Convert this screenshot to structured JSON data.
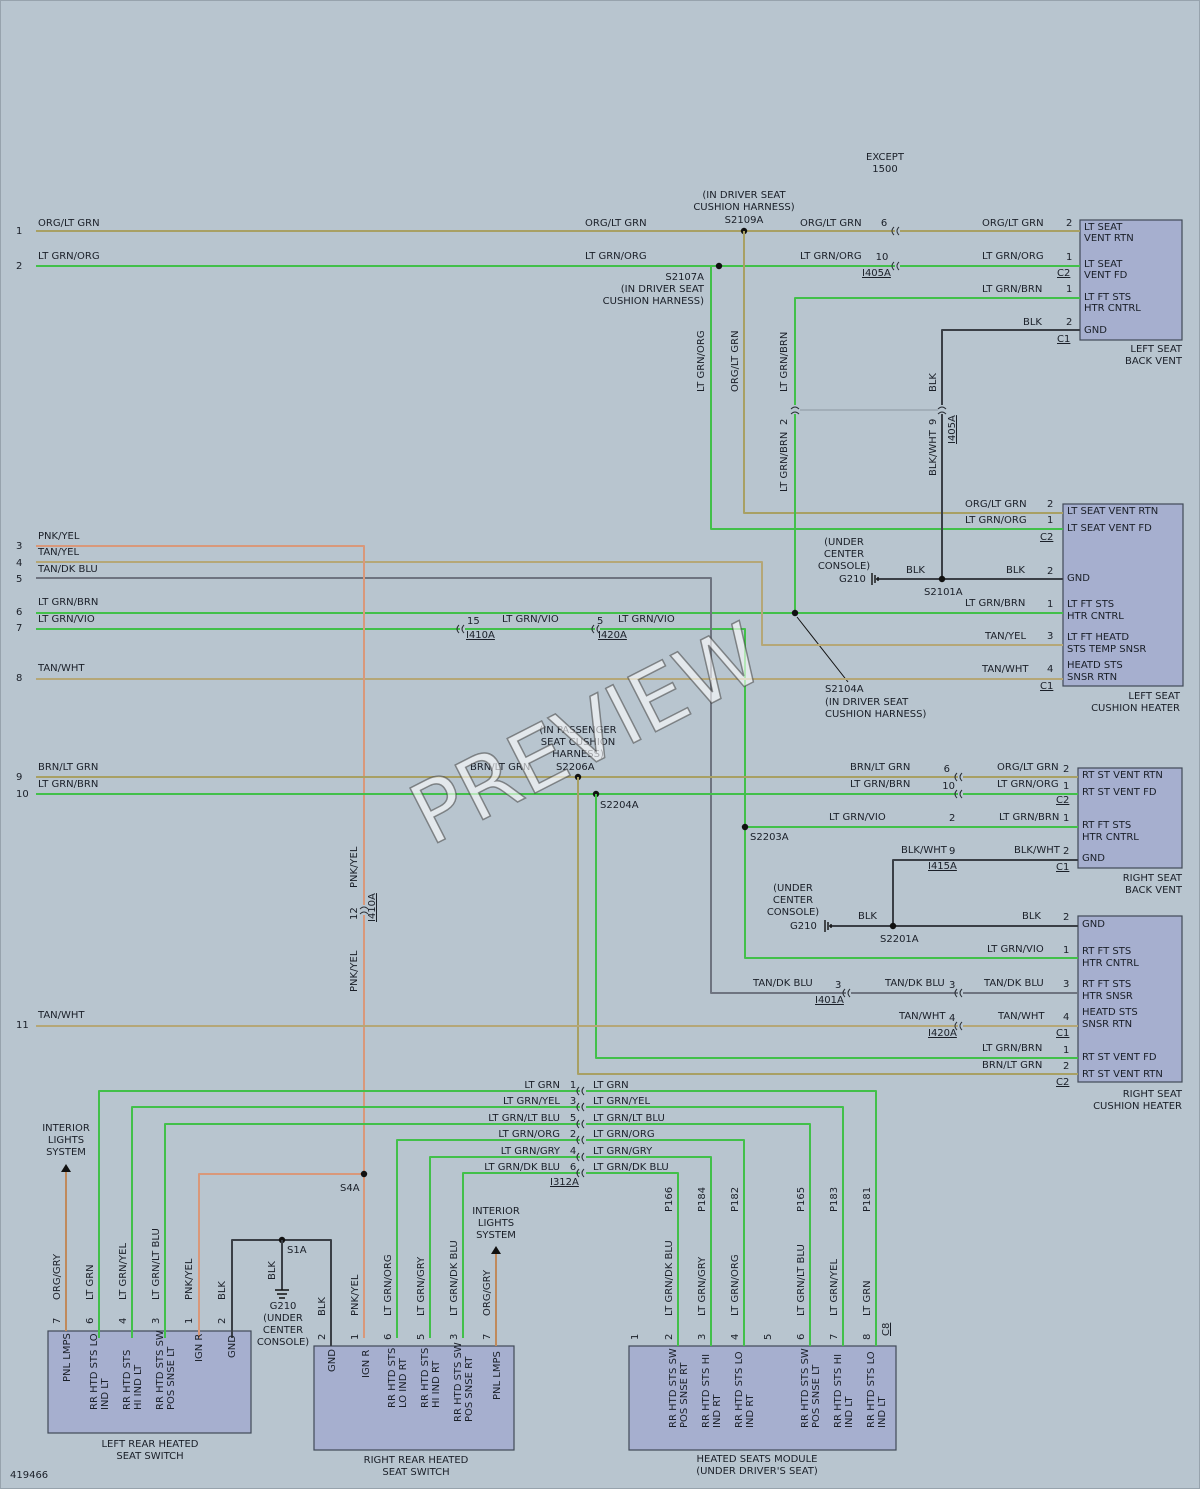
{
  "figure_id": "419466",
  "watermark": "PREVIEW",
  "colors": {
    "background": "#b8c5cf",
    "org_lt_grn": "#a8a064",
    "lt_grn": "#42c04a",
    "tan": "#b5a777",
    "pnk": "#d9987a",
    "gray": "#6e7480",
    "blk": "#3a3f46",
    "component": "#a6afcf"
  },
  "left_pins": [
    "1",
    "2",
    "3",
    "4",
    "5",
    "6",
    "7",
    "8",
    "9",
    "10",
    "11"
  ],
  "wire_labels": {
    "org_lt_grn": "ORG/LT GRN",
    "lt_grn_org": "LT GRN/ORG",
    "lt_grn_brn": "LT GRN/BRN",
    "blk": "BLK",
    "blk_wht": "BLK/WHT",
    "pnk_yel": "PNK/YEL",
    "tan_yel": "TAN/YEL",
    "tan_dk_blu": "TAN/DK BLU",
    "lt_grn_vio": "LT GRN/VIO",
    "tan_wht": "TAN/WHT",
    "brn_lt_grn": "BRN/LT GRN",
    "lt_grn": "LT GRN",
    "lt_grn_yel": "LT GRN/YEL",
    "lt_grn_lt_blu": "LT GRN/LT BLU",
    "lt_grn_gry": "LT GRN/GRY",
    "lt_grn_dk_blu": "LT GRN/DK BLU",
    "org_gry": "ORG/GRY"
  },
  "notes": {
    "except_1500": "EXCEPT\n1500",
    "in_driver_seat_cushion": "(IN DRIVER SEAT\nCUSHION HARNESS)",
    "under_center_console": "(UNDER\nCENTER\nCONSOLE)",
    "in_passenger_seat_cushion": "(IN PASSENGER\nSEAT CUSHION\nHARNESS)",
    "g210_under_console": "G210\n(UNDER\nCENTER\nCONSOLE)",
    "interior_lights": "INTERIOR\nLIGHTS\nSYSTEM"
  },
  "splices": {
    "s2109a": "S2109A",
    "s2107a": "S2107A",
    "s2101a": "S2101A",
    "s2104a": "S2104A",
    "s2206a": "S2206A",
    "s2204a": "S2204A",
    "s2203a": "S2203A",
    "s2201a": "S2201A",
    "s4a": "S4A",
    "s1a": "S1A",
    "g210": "G210"
  },
  "connectors": {
    "i405a": "I405A",
    "i410a": "I410A",
    "i420a": "I420A",
    "i415a": "I415A",
    "i401a": "I401A",
    "i312a": "I312A",
    "c1": "C1",
    "c2": "C2",
    "c8": "C8"
  },
  "components": {
    "left_seat_back_vent": {
      "title": "LEFT SEAT\nBACK VENT",
      "pins": [
        "LT SEAT\nVENT RTN",
        "LT SEAT\nVENT FD",
        "LT FT STS\nHTR CNTRL",
        "GND"
      ]
    },
    "left_seat_cushion_heater": {
      "title": "LEFT SEAT\nCUSHION HEATER",
      "pins": [
        "LT SEAT VENT RTN",
        "LT SEAT VENT FD",
        "GND",
        "LT FT STS\nHTR CNTRL",
        "LT FT HEATD\nSTS TEMP SNSR",
        "HEATD STS\nSNSR RTN"
      ]
    },
    "right_seat_back_vent": {
      "title": "RIGHT SEAT\nBACK VENT",
      "pins": [
        "RT ST VENT RTN",
        "RT ST VENT FD",
        "RT FT STS\nHTR CNTRL",
        "GND"
      ]
    },
    "right_seat_cushion_heater": {
      "title": "RIGHT SEAT\nCUSHION HEATER",
      "pins": [
        "GND",
        "RT FT STS\nHTR CNTRL",
        "RT FT STS\nHTR SNSR",
        "HEATD STS\nSNSR RTN",
        "RT ST VENT FD",
        "RT ST VENT RTN"
      ]
    },
    "left_rear_heated_seat_switch": {
      "title": "LEFT REAR HEATED\nSEAT SWITCH",
      "pins": [
        "PNL LMPS",
        "RR HTD STS LO\nIND LT",
        "RR HTD STS\nHI IND LT",
        "RR HTD STS SW\nPOS SNSE LT",
        "IGN R",
        "GND"
      ]
    },
    "right_rear_heated_seat_switch": {
      "title": "RIGHT REAR HEATED\nSEAT SWITCH",
      "pins": [
        "GND",
        "IGN R",
        "RR HTD STS\nLO IND RT",
        "RR HTD STS\nHI IND RT",
        "RR HTD STS SW\nPOS SNSE RT",
        "PNL LMPS"
      ]
    },
    "heated_seats_module": {
      "title": "HEATED SEATS MODULE\n(UNDER DRIVER'S SEAT)",
      "pins": [
        "RR HTD STS SW\nPOS SNSE RT",
        "RR HTD STS HI\nIND RT",
        "RR HTD STS LO\nIND RT",
        "RR HTD STS SW\nPOS SNSE LT",
        "RR HTD STS HI\nIND LT",
        "RR HTD STS LO\nIND LT"
      ],
      "circuits": [
        "P166",
        "P184",
        "P182",
        "P165",
        "P183",
        "P181"
      ]
    }
  }
}
